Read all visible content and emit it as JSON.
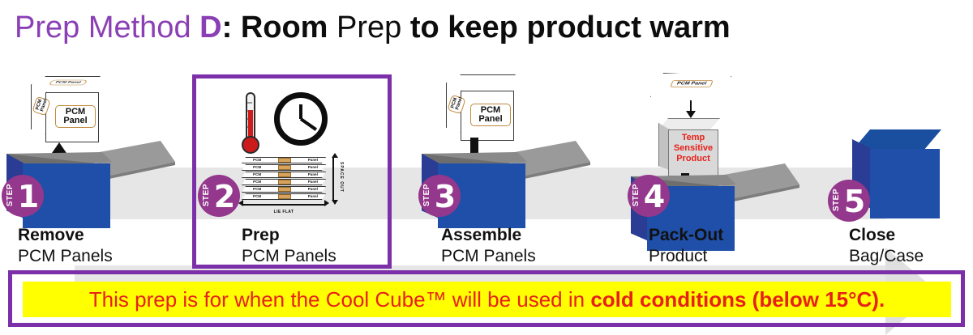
{
  "title": {
    "part1": "Prep Method ",
    "part2": "D",
    "part3": ": ",
    "part4": "Room ",
    "part5": "Prep ",
    "part6": "to keep product warm"
  },
  "colors": {
    "purple": "#8B3FB5",
    "frame_purple": "#7B2FA8",
    "badge_purple": "#93388C",
    "box_blue": "#1F4FA8",
    "box_blue_dark": "#2A3C94",
    "band_grey": "#e6e6e6",
    "banner_yellow": "#FFFF00",
    "banner_red": "#E8201A",
    "panel_tan": "#D7A35C"
  },
  "badge_word": "STEP",
  "steps": [
    {
      "number": "1",
      "title": "Remove",
      "subtitle": "PCM Panels",
      "icon": "open-box-with-pcm-cube-arrow-up"
    },
    {
      "number": "2",
      "title": "Prep",
      "subtitle": "PCM Panels",
      "icon": "thermometer-clock-panel-stack"
    },
    {
      "number": "3",
      "title": "Assemble",
      "subtitle": "PCM Panels",
      "icon": "open-box-with-pcm-cube-arrow-down"
    },
    {
      "number": "4",
      "title": "Pack-Out",
      "subtitle": "Product",
      "icon": "open-box-with-product-arrow-down"
    },
    {
      "number": "5",
      "title": "Close",
      "subtitle": "Bag/Case",
      "icon": "closed-blue-box"
    }
  ],
  "pcm_cube": {
    "label_front": "PCM\nPanel",
    "label_front_line1": "PCM",
    "label_front_line2": "Panel",
    "label_side": "PCM Panel",
    "label_top": "PCM Panel"
  },
  "product_box": {
    "line1": "Temp",
    "line2": "Sensitive",
    "line3": "Product"
  },
  "panel_stack": {
    "count": 6,
    "panel_label_left": "PCM",
    "panel_label_right": "Panel",
    "horizontal_label": "LIE FLAT",
    "vertical_label": "SPACE OUT"
  },
  "footer": {
    "text_normal": "This prep is for when the Cool Cube™ will be used in ",
    "text_bold": "cold conditions (below 15°C)."
  }
}
